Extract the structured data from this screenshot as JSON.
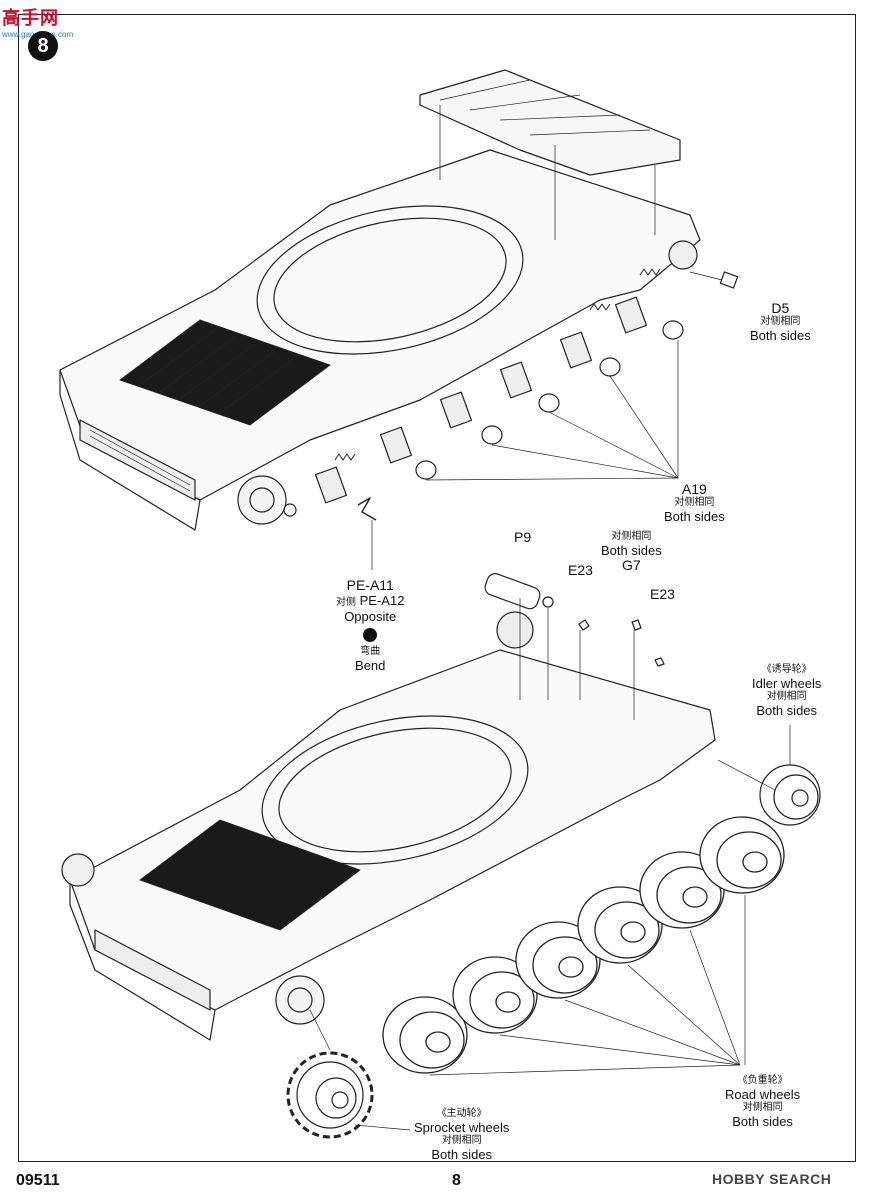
{
  "header": {
    "watermark_text": "高手网",
    "watermark_url": "www.gaoshous.com",
    "step_number": "8"
  },
  "callouts": {
    "d5": {
      "part": "D5",
      "note_cn": "对侧相同",
      "note_en": "Both sides"
    },
    "a19": {
      "part": "A19",
      "note_cn": "对侧相同",
      "note_en": "Both sides"
    },
    "pe": {
      "part": "PE-A11",
      "opposite_cn": "对侧",
      "opposite_part": "PE-A12",
      "opposite_en": "Opposite",
      "bend_cn": "弯曲",
      "bend_en": "Bend"
    },
    "p9": {
      "part": "P9"
    },
    "g7": {
      "note_cn": "对侧相同",
      "note_en": "Both sides",
      "part": "G7"
    },
    "e23_left": {
      "part": "E23"
    },
    "e23_right": {
      "part": "E23"
    },
    "idler": {
      "name_cn": "《诱导轮》",
      "name_en": "Idler wheels",
      "note_cn": "对侧相同",
      "note_en": "Both sides"
    },
    "road": {
      "name_cn": "《负重轮》",
      "name_en": "Road  wheels",
      "note_cn": "对侧相同",
      "note_en": "Both sides"
    },
    "sprocket": {
      "name_cn": "《主动轮》",
      "name_en": "Sprocket wheels",
      "note_cn": "对侧相同",
      "note_en": "Both sides"
    }
  },
  "footer": {
    "kit_code": "09511",
    "page_number": "8",
    "logo_text": "HOBBY SEARCH"
  }
}
